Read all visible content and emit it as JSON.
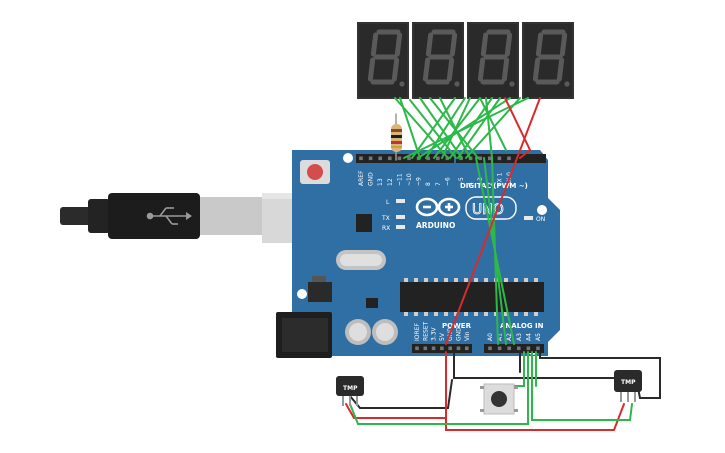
{
  "board": {
    "digital_label": "DIGITAL (PWM ~)",
    "brand": "ARDUINO",
    "model": "UNO",
    "on_label": "ON",
    "l_label": "L",
    "tx_label": "TX",
    "rx_label": "RX",
    "power_label": "POWER",
    "analog_label": "ANALOG IN",
    "digital_pins": [
      "AREF",
      "GND",
      "13",
      "12",
      "~11",
      "~10",
      "~9",
      "8",
      "7",
      "~6",
      "~5",
      "4",
      "~3",
      "2",
      "TX 1",
      "RX 0"
    ],
    "power_pins": [
      "IOREF",
      "RESET",
      "3.3V",
      "5V",
      "GND",
      "GND",
      "Vin"
    ],
    "analog_pins": [
      "A0",
      "A1",
      "A2",
      "A3",
      "A4",
      "A5"
    ]
  },
  "sensors": {
    "left_label": "TMP",
    "right_label": "TMP"
  },
  "colors": {
    "board": "#2f6fa4",
    "wire_green": "#2db84a",
    "wire_red": "#d92b2b",
    "wire_black": "#2a2a2a",
    "display": "#333333"
  },
  "icons": [
    "usb-cable-icon",
    "usb-symbol-icon",
    "infinity-logo-icon"
  ]
}
